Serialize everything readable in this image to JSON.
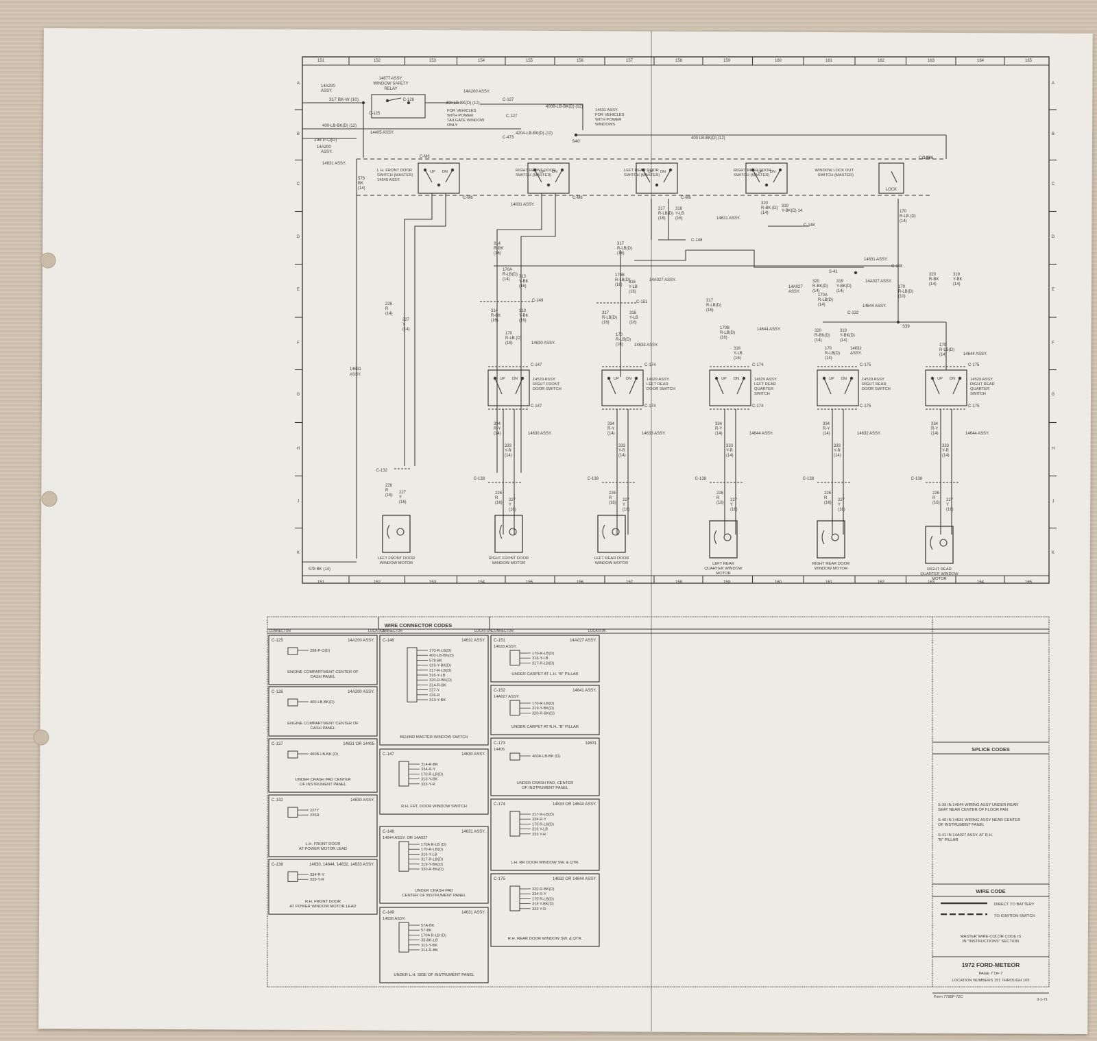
{
  "diagram": {
    "col_numbers": [
      "151",
      "152",
      "153",
      "154",
      "155",
      "156",
      "157",
      "158",
      "159",
      "160",
      "161",
      "162",
      "163",
      "164",
      "165"
    ],
    "row_letters": [
      "A",
      "B",
      "C",
      "D",
      "E",
      "F",
      "G",
      "H",
      "J",
      "K"
    ],
    "top_left_labels": {
      "a_14a200": "14A200 ASSY.",
      "relay": [
        "14677 ASSY.",
        "WINDOW SAFETY",
        "RELAY"
      ],
      "c126": "C-126",
      "c125": "C-125",
      "b_14a200": "14A200 ASSY.",
      "w317": "317  BK-W (10)",
      "w400_c127": "400 LB-BK(D) (12)",
      "tailgate": [
        "FOR VEHICLES",
        "WITH POWER",
        "TAILGATE WINDOW",
        "ONLY"
      ],
      "c127a": "C-127",
      "c127b": "C-127",
      "w400_left": "400-LB-BK(D) (12)",
      "w14405": "14405 ASSY.",
      "w420a": "420A-LB-BK(D) (12)",
      "c473": "C-473",
      "s40": "S40",
      "w14631_right": [
        "14631 ASSY.",
        "FOR VEHICLES",
        "WITH POWER",
        "WINDOWS"
      ],
      "w400_long": "400 LB-BK(D) (12)",
      "w298": "298 P-O(D)",
      "b_14a200_2": "14A200",
      "b_assy": "ASSY."
    },
    "masters": [
      {
        "name": [
          "L.H. FRONT DOOR",
          "SWITCH (MASTER)",
          "14540 ASSY."
        ],
        "conn": "C-M6"
      },
      {
        "name": [
          "RIGHT FRONT DOOR",
          "SWITCH (MASTER)"
        ],
        "conn": "C-M6"
      },
      {
        "name": [
          "LEFT REAR DOOR",
          "SWITCH (MASTER)"
        ],
        "conn": "C-M6"
      },
      {
        "name": [
          "RIGHT REAR DOOR",
          "SWITCH (MASTER)"
        ],
        "conn": ""
      },
      {
        "name": [
          "WINDOW LOCK OUT",
          "SWITCH (MASTER)"
        ],
        "conn": "C-146"
      }
    ],
    "master_top_conn": "C-M6",
    "c146_top": "C-146",
    "w14631_c": "14631 ASSY.",
    "w578": [
      "578",
      "BK",
      "(14)"
    ],
    "w14631_d": "14631 ASSY.",
    "w14631_side": [
      "14631",
      "ASSY."
    ],
    "up": "UP",
    "dn": "DN",
    "lock": "LOCK",
    "mid_labels": {
      "c148a": "C-148",
      "c148b": "C-148",
      "c148c": "C-148",
      "c149": "C-149",
      "c151": "C-151",
      "c132": "C-132",
      "s41": "S-41",
      "s39": "S39",
      "w14a027_a": "14A027 ASSY.",
      "w14a027_b": "14A027 ASSY.",
      "w14a027_c": "14A027 ASSY.",
      "w14631_e": "14631 ASSY.",
      "w14644_e": "14644 ASSY.",
      "w14644_f": "14644 ASSY."
    },
    "door_switches": [
      {
        "name": [
          "14529 ASSY.",
          "RIGHT FRONT",
          "DOOR SWITCH"
        ],
        "top": "C-147",
        "bot": "C-147",
        "assy": "14630 ASSY."
      },
      {
        "name": [
          "14529 ASSY.",
          "LEFT REAR",
          "DOOR SWITCH"
        ],
        "top": "C-174",
        "bot": "C-174",
        "assy": "14633 ASSY."
      },
      {
        "name": [
          "14529 ASSY.",
          "LEFT REAR",
          "QUARTER",
          "SWITCH"
        ],
        "top": "C-174",
        "bot": "C-174",
        "assy": "14644 ASSY."
      },
      {
        "name": [
          "14529 ASSY.",
          "RIGHT REAR",
          "DOOR SWITCH"
        ],
        "top": "C-175",
        "bot": "C-175",
        "assy": "14632 ASSY."
      },
      {
        "name": [
          "14529 ASSY.",
          "RIGHT REAR",
          "QUARTER",
          "SWITCH"
        ],
        "top": "C-175",
        "bot": "C-175",
        "assy": "14644 ASSY."
      }
    ],
    "motors": [
      {
        "name": [
          "LEFT FRONT DOOR",
          "WINDOW MOTOR"
        ]
      },
      {
        "name": [
          "RIGHT FRONT DOOR",
          "WINDOW MOTOR"
        ]
      },
      {
        "name": [
          "LEFT REAR DOOR",
          "WINDOW MOTOR"
        ]
      },
      {
        "name": [
          "LEFT REAR",
          "QUARTER WINDOW",
          "MOTOR"
        ]
      },
      {
        "name": [
          "RIGHT REAR DOOR",
          "WINDOW MOTOR"
        ]
      },
      {
        "name": [
          "RIGHT REAR",
          "QUARTER WINDOW",
          "MOTOR"
        ]
      }
    ],
    "c138": "C-138",
    "w226r": [
      "226",
      "R",
      "(16)"
    ],
    "w227y": [
      "227",
      "Y",
      "(16)"
    ],
    "w226r14": [
      "226",
      "R",
      "(14)"
    ],
    "w227y14": [
      "227",
      "Y",
      "(14)"
    ],
    "w334": [
      "334",
      "R-Y",
      "(14)"
    ],
    "w333": [
      "333",
      "Y-R",
      "(14)"
    ],
    "w578bottom": "578 BK (14)",
    "wires_misc": {
      "w314": [
        "314",
        "R-BK",
        "(16)"
      ],
      "w313": [
        "313",
        "Y-BK",
        "(16)"
      ],
      "w170a": [
        "170A",
        "R-LB(D)",
        "(14)"
      ],
      "w170": [
        "170",
        "R-LB (D)",
        "(16)"
      ],
      "w317": [
        "317",
        "R-LB(D)",
        "(16)"
      ],
      "w316": [
        "316",
        "Y-LB",
        "(16)"
      ],
      "w170b": [
        "170B",
        "R-LB(D)",
        "(16)"
      ],
      "w320": [
        "320",
        "R-BK(D)",
        "(14)"
      ],
      "w319": [
        "319",
        "Y-BK(D)",
        "(14)"
      ],
      "w170_10": [
        "170",
        "R-LB(D)",
        "(10)"
      ]
    }
  },
  "connectors": {
    "title": "WIRE CONNECTOR CODES",
    "hdr_connector": "CONNECTOR",
    "hdr_location": "LOCATION",
    "col1": [
      {
        "id": "C-125",
        "assy": "14A200 ASSY.",
        "wires": [
          "298-P-O(D)"
        ],
        "loc": [
          "ENGINE COMPARTMENT CENTER OF",
          "DASH PANEL"
        ]
      },
      {
        "id": "C-126",
        "assy": "14A200 ASSY.",
        "wires": [
          "400-LB-BK(D)"
        ],
        "loc": [
          "ENGINE COMPARTMENT CENTER OF",
          "DASH PANEL"
        ]
      },
      {
        "id": "C-127",
        "assy": "14631 OR 14405",
        "wires": [
          "400B-LB-BK (D)"
        ],
        "loc": [
          "UNDER CRASH PAD CENTER",
          "OF INSTRUMENT PANEL"
        ]
      },
      {
        "id": "C-132",
        "assy": "14630 ASSY.",
        "wires": [
          "227Y",
          "226R"
        ],
        "loc": [
          "L.H. FRONT DOOR",
          "AT POWER MOTOR LEAD"
        ]
      },
      {
        "id": "C-138",
        "assy": "14630, 14644, 14632, 14633 ASSY.",
        "wires": [
          "334-R-Y",
          "333-Y-R"
        ],
        "loc": [
          "R.H. FRONT DOOR",
          "AT POWER WINDOW MOTOR LEAD"
        ]
      }
    ],
    "col2": [
      {
        "id": "C-146",
        "assy": "14631 ASSY.",
        "wires": [
          "170-R-LB(D)",
          "400-LB-BK(D)",
          "578-BK",
          "319-Y-BK(D)",
          "317-R-LB(D)",
          "316-Y-LB",
          "320-R-BK(D)",
          "314-R-BK",
          "227-Y",
          "226-R",
          "313-Y-BK"
        ],
        "loc": [
          "BEHIND MASTER WINDOW SWITCH"
        ]
      },
      {
        "id": "C-147",
        "assy": "14630 ASSY.",
        "wires": [
          "314-R-BK",
          "334-R-Y",
          "170-R-LB(D)",
          "313-Y-BK",
          "333-Y-R"
        ],
        "loc": [
          "R.H. FRT. DOOR WINDOW SWITCH"
        ]
      },
      {
        "id": "C-148",
        "assy": "14631 ASSY.",
        "sub": "14644 ASSY. OR 14A027",
        "wires": [
          "170A R-LB (D)",
          "170-R-LB(D)",
          "316-Y-LB",
          "317-R-LB(D)",
          "319-Y-BK(D)",
          "320-R-BK(D)"
        ],
        "loc": [
          "UNDER CRASH PAD",
          "CENTER OF INSTRUMENT PANEL"
        ]
      },
      {
        "id": "C-149",
        "assy": "14631 ASSY.",
        "sub": "14630 ASSY.",
        "wires": [
          "57A-BK",
          "57-BK",
          "170A R-LB (D)",
          "33-BK-LB",
          "313-Y-BK",
          "314-R-BK"
        ],
        "loc": [
          "UNDER L.H. SIDE OF INSTRUMENT PANEL"
        ]
      }
    ],
    "col3": [
      {
        "id": "C-151",
        "assy": "14A027 ASSY.",
        "sub": "14633 ASSY.",
        "wires": [
          "170-R-LB(D)",
          "316-Y-LB",
          "317-R-LB(D)"
        ],
        "loc": [
          "UNDER CARPET AT L.H. \"B\" PILLAR"
        ]
      },
      {
        "id": "C-152",
        "assy": "14641 ASSY.",
        "sub": "14A027 ASSY.",
        "wires": [
          "170-R-LB(D)",
          "319-Y-BK(D)",
          "320-R-BK(D)"
        ],
        "loc": [
          "UNDER CARPET AT R.H. \"B\" PILLAR"
        ]
      },
      {
        "id": "C-173",
        "assy": "14631",
        "sub": "14405",
        "wires": [
          "400A-LB-BK (D)"
        ],
        "loc": [
          "UNDER CRASH PAD, CENTER",
          "OF INSTRUMENT PANEL"
        ]
      },
      {
        "id": "C-174",
        "assy": "14633 OR 14644 ASSY.",
        "wires": [
          "317 R-LB(D)",
          "334 R-Y",
          "170 R-LB(D)",
          "316 Y-LB",
          "333 Y-R"
        ],
        "loc": [
          "L.H. RR DOOR WINDOW SW. & QTR."
        ]
      },
      {
        "id": "C-175",
        "assy": "14632 OR 14644 ASSY.",
        "wires": [
          "320 R-BK(D)",
          "334 R-Y",
          "170 R-LB(D)",
          "319 Y-BK(D)",
          "333 Y-R"
        ],
        "loc": [
          "R.H. REAR DOOR WINDOW SW. & QTR."
        ]
      }
    ]
  },
  "splice": {
    "title": "SPLICE CODES",
    "items": [
      [
        "S-39 IN 14644 WIRING ASSY UNDER REAR",
        "SEAT NEAR CENTER OF FLOOR PAN"
      ],
      [
        "S-40 IN 14631 WIRING ASSY NEAR CENTER",
        "OF INSTRUMENT PANEL"
      ],
      [
        "S-41 IN 14A027 ASSY. AT R.H.",
        "\"B\" PILLAR"
      ]
    ]
  },
  "wirecode": {
    "title": "WIRE CODE",
    "battery": "DIRECT TO BATTERY",
    "ignition": "TO IGNITION SWITCH",
    "note": [
      "MASTER WIRE COLOR CODE IS",
      "IN \"INSTRUCTIONS\" SECTION"
    ]
  },
  "titleblock": {
    "title": "1972 FORD-METEOR",
    "page": "PAGE 7 OF 7",
    "loc": [
      "LOCATION NUMBERS 151 THROUGH 165"
    ],
    "form": "Form 7795P-72C",
    "date": "3-1-71"
  },
  "colors": {
    "ink": "#3a3a3a",
    "paper": "#ecebe6",
    "background": "#cdbfae"
  }
}
